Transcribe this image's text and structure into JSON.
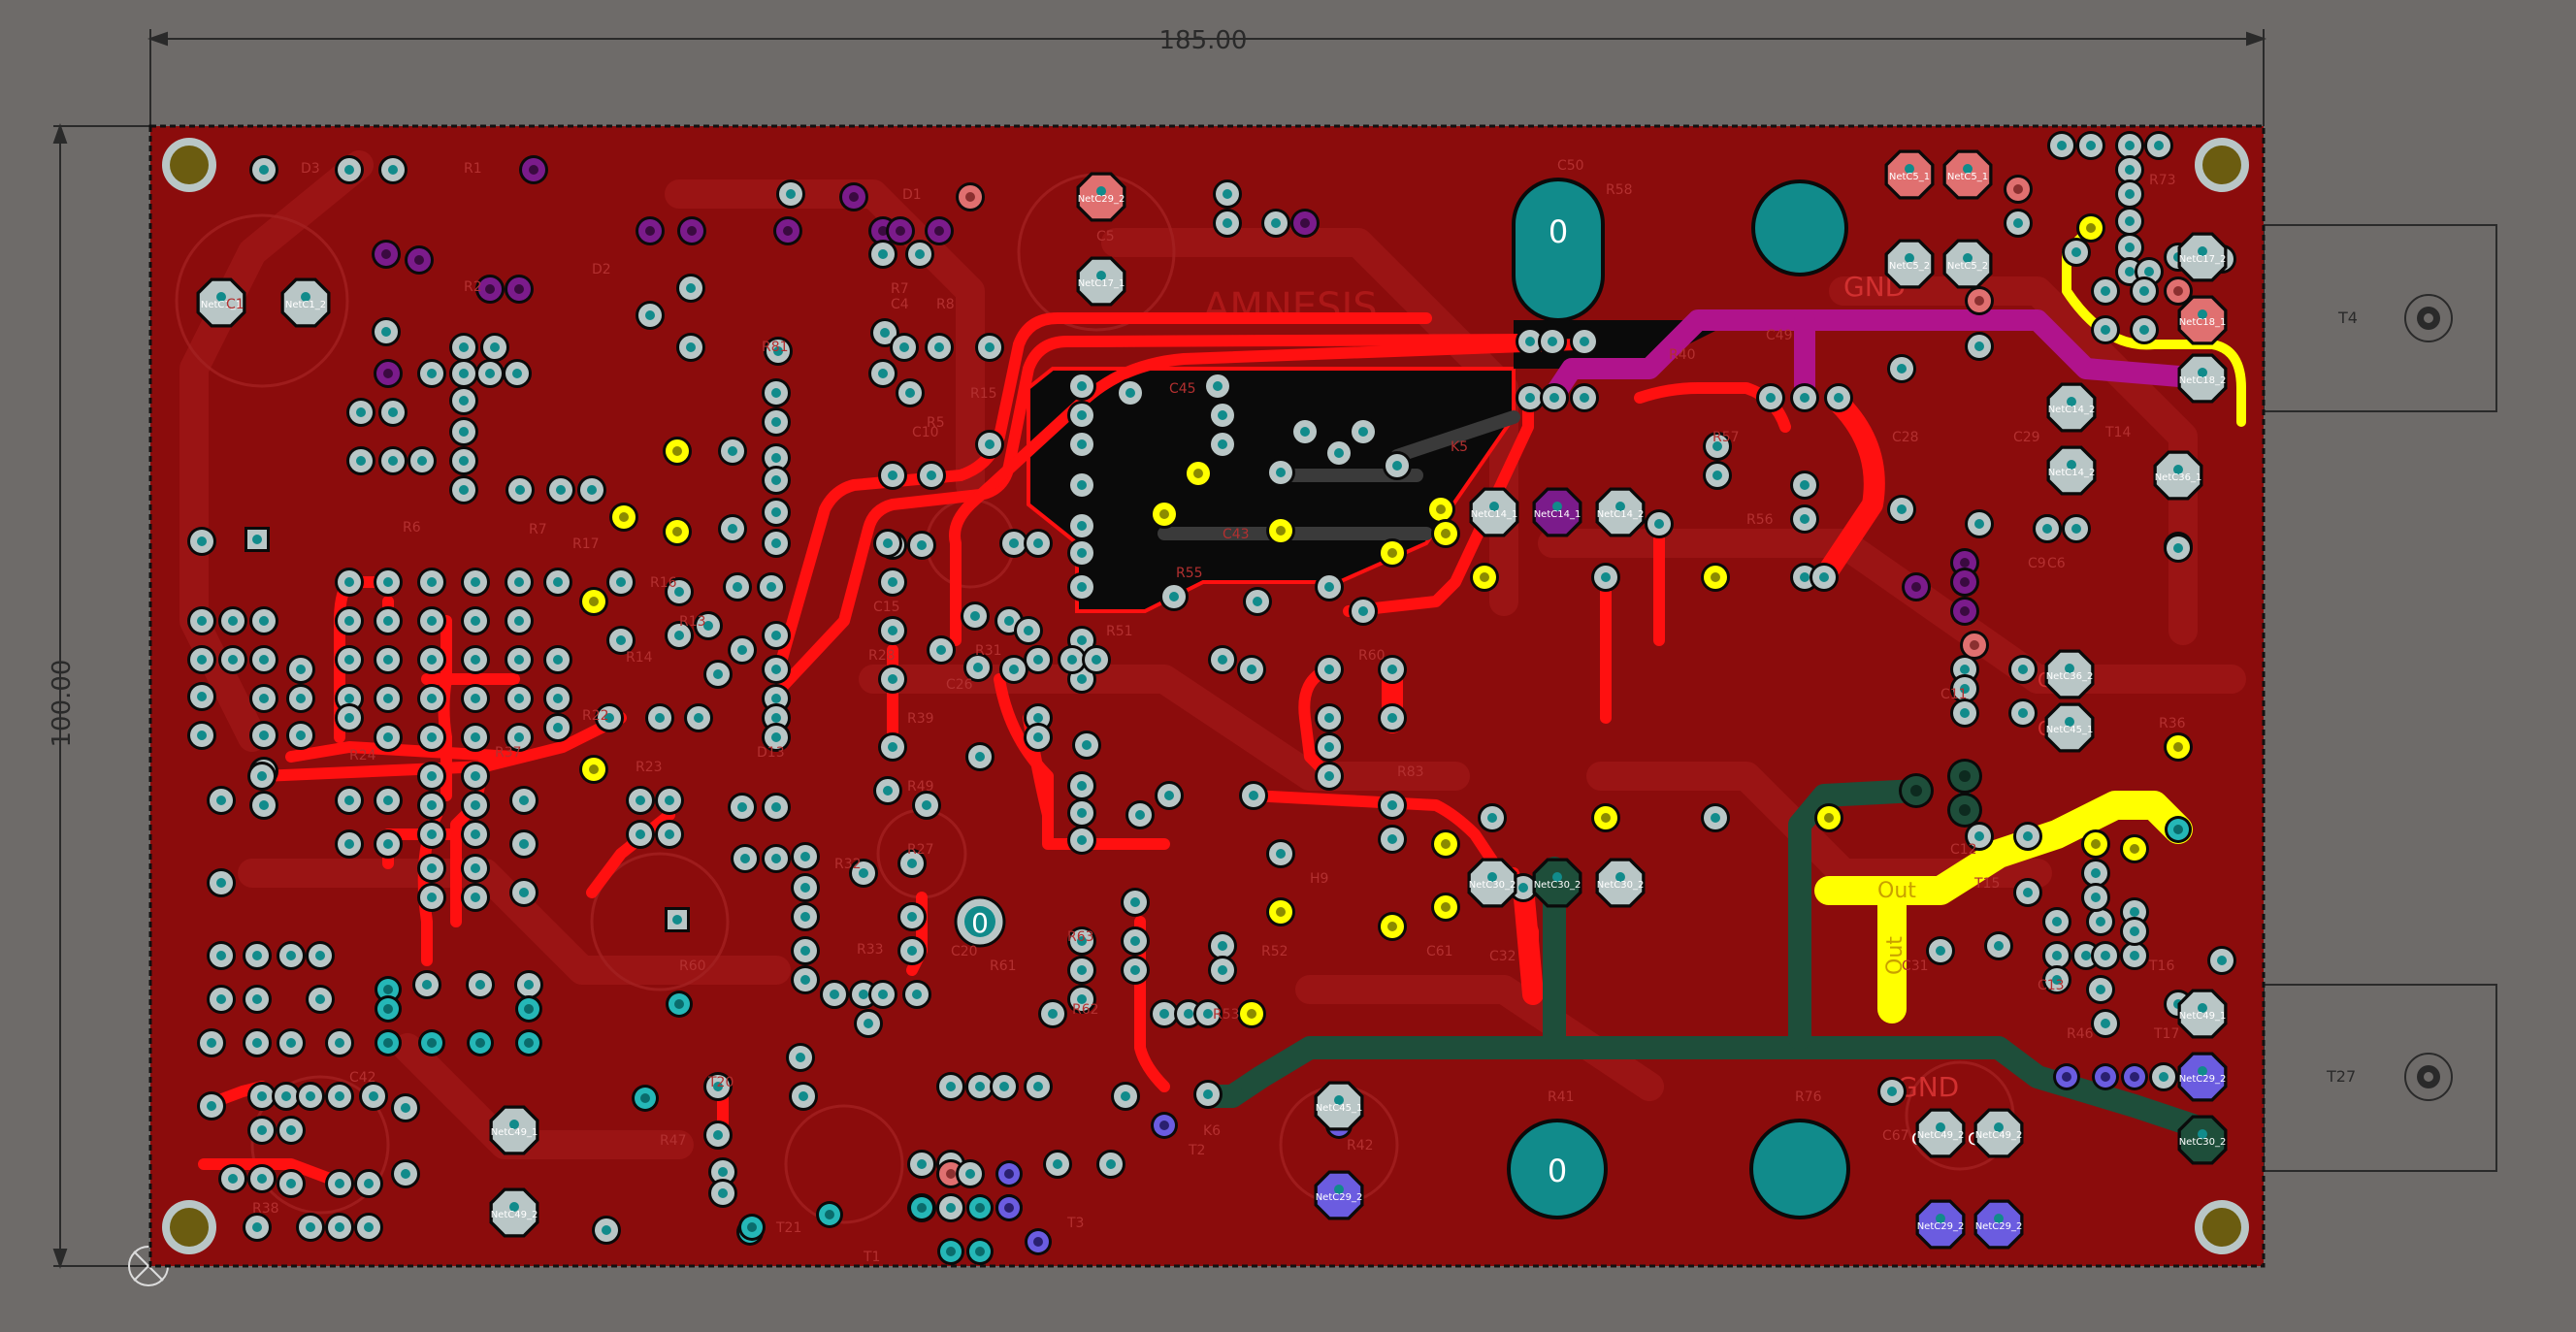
{
  "dimensions": {
    "width_label": "185.00",
    "height_label": "100.00"
  },
  "colors": {
    "background": "#6e6b69",
    "board": "#8b0c0c",
    "copper_top": "#ff1010",
    "copper_mid": "#a81c1c",
    "plane_black": "#0a0a0a",
    "net_yellow": "#ffff00",
    "net_magenta": "#b0138c",
    "net_green": "#1e4e3a",
    "pad_grey": "#b9c6c6",
    "via_teal": "#25b7b7",
    "mount_gold": "#6b5c10",
    "pad_salmon": "#e07070",
    "pad_blue": "#6b5ce0",
    "pad_purple": "#7b1b8b"
  },
  "board": {
    "silk_title": "AMNESIS",
    "gnd_labels": [
      "GND",
      "GND",
      "GND",
      "GND",
      "GND",
      "GND"
    ],
    "out_labels": [
      "Out",
      "Out"
    ],
    "zero_labels": [
      "0",
      "0",
      "0"
    ],
    "connectors": [
      {
        "label": "T4"
      },
      {
        "label": "T27"
      }
    ],
    "designators": [
      "D3",
      "R1",
      "D1",
      "C5",
      "C1",
      "R2",
      "C4",
      "R7",
      "R8",
      "D2",
      "R81",
      "R15",
      "C10",
      "R5",
      "R6",
      "R7",
      "R17",
      "R16",
      "R13",
      "R14",
      "R24",
      "R37",
      "R22",
      "R23",
      "D13",
      "R49",
      "R39",
      "C15",
      "R28",
      "R27",
      "C26",
      "R31",
      "R32",
      "R33",
      "C20",
      "R60",
      "R61",
      "R62",
      "R63",
      "R51",
      "R52",
      "R53",
      "C43",
      "C45",
      "R55",
      "R56",
      "R57",
      "C28",
      "C29",
      "T14",
      "C6",
      "C11",
      "C12",
      "T15",
      "T16",
      "T17",
      "C31",
      "C32",
      "C61",
      "R42",
      "R41",
      "R76",
      "C67",
      "R83",
      "R60",
      "H9",
      "K6",
      "K5",
      "C50",
      "R58",
      "C49",
      "R40",
      "R73",
      "C9",
      "C13",
      "R46",
      "R36",
      "R38",
      "C42",
      "R47",
      "T20",
      "T21",
      "T1",
      "T2",
      "T3"
    ],
    "pad_nets": [
      "NetC5_1",
      "NetC5_1",
      "NetC5_2",
      "NetC5_2",
      "NetC1_1",
      "NetC1_2",
      "NetC14_1",
      "NetC14_1",
      "NetC14_2",
      "NetC14_2",
      "NetC30_2",
      "NetC30_2",
      "NetC30_2",
      "NetC29_2",
      "NetC29_2",
      "NetC29_2",
      "NetC29_2",
      "NetC17_1",
      "NetC17_2",
      "NetC18_1",
      "NetC18_2",
      "NetC36_1",
      "NetC36_2",
      "NetC45_1",
      "NetC49_1",
      "NetC49_2"
    ]
  }
}
